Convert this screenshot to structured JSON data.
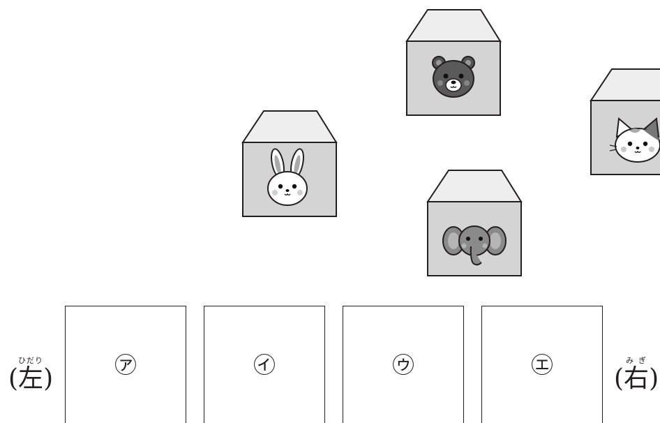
{
  "animals": [
    {
      "key": "bear",
      "icon": "bear-face-icon"
    },
    {
      "key": "rabbit",
      "icon": "rabbit-face-icon"
    },
    {
      "key": "elephant",
      "icon": "elephant-face-icon"
    },
    {
      "key": "cat",
      "icon": "cat-face-icon"
    }
  ],
  "slots": [
    {
      "label": "㋐"
    },
    {
      "label": "㋑"
    },
    {
      "label": "㋒"
    },
    {
      "label": "㋓"
    }
  ],
  "direction_left": {
    "kanji": "左",
    "reading": "ひだり",
    "open": "(",
    "close": ")"
  },
  "direction_right": {
    "kanji": "右",
    "reading": "みぎ",
    "open": "(",
    "close": ")"
  },
  "colors": {
    "house_body": "#d4d4d4",
    "house_roof": "#eeeeee",
    "outline": "#231f20"
  }
}
